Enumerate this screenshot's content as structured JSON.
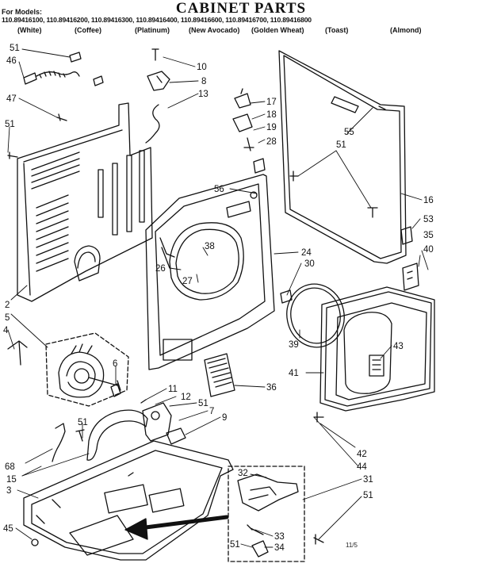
{
  "header": {
    "title": "CABINET PARTS",
    "models_label": "For Models:",
    "models_line": "110.89416100, 110.89416200, 110.89416300, 110.89416400, 110.89416600, 110.89416700, 110.89416800",
    "colors": [
      "(White)",
      "(Coffee)",
      "(Platinum)",
      "(New Avocado)",
      "(Golden Wheat)",
      "(Toast)",
      "(Almond)"
    ]
  },
  "parts": [
    {
      "id": "p51a",
      "label": "51"
    },
    {
      "id": "p46",
      "label": "46"
    },
    {
      "id": "p47",
      "label": "47"
    },
    {
      "id": "p51b",
      "label": "51"
    },
    {
      "id": "p2",
      "label": "2"
    },
    {
      "id": "p5",
      "label": "5"
    },
    {
      "id": "p4",
      "label": "4"
    },
    {
      "id": "p6",
      "label": "6"
    },
    {
      "id": "p10",
      "label": "10"
    },
    {
      "id": "p8",
      "label": "8"
    },
    {
      "id": "p13",
      "label": "13"
    },
    {
      "id": "p17",
      "label": "17"
    },
    {
      "id": "p18",
      "label": "18"
    },
    {
      "id": "p19",
      "label": "19"
    },
    {
      "id": "p28",
      "label": "28"
    },
    {
      "id": "p55",
      "label": "55"
    },
    {
      "id": "p51c",
      "label": "51"
    },
    {
      "id": "p56",
      "label": "56"
    },
    {
      "id": "p16",
      "label": "16"
    },
    {
      "id": "p53",
      "label": "53"
    },
    {
      "id": "p35",
      "label": "35"
    },
    {
      "id": "p40",
      "label": "40"
    },
    {
      "id": "p24",
      "label": "24"
    },
    {
      "id": "p30",
      "label": "30"
    },
    {
      "id": "p38",
      "label": "38"
    },
    {
      "id": "p26",
      "label": "26"
    },
    {
      "id": "p27",
      "label": "27"
    },
    {
      "id": "p39",
      "label": "39"
    },
    {
      "id": "p43",
      "label": "43"
    },
    {
      "id": "p41",
      "label": "41"
    },
    {
      "id": "p36",
      "label": "36"
    },
    {
      "id": "p11",
      "label": "11"
    },
    {
      "id": "p12",
      "label": "12"
    },
    {
      "id": "p51d",
      "label": "51"
    },
    {
      "id": "p7",
      "label": "7"
    },
    {
      "id": "p9",
      "label": "9"
    },
    {
      "id": "p51e",
      "label": "51"
    },
    {
      "id": "p68",
      "label": "68"
    },
    {
      "id": "p15",
      "label": "15"
    },
    {
      "id": "p3",
      "label": "3"
    },
    {
      "id": "p45",
      "label": "45"
    },
    {
      "id": "p32",
      "label": "32"
    },
    {
      "id": "p42",
      "label": "42"
    },
    {
      "id": "p44",
      "label": "44"
    },
    {
      "id": "p31",
      "label": "31"
    },
    {
      "id": "p51f",
      "label": "51"
    },
    {
      "id": "p33",
      "label": "33"
    },
    {
      "id": "p51g",
      "label": "51"
    },
    {
      "id": "p34",
      "label": "34"
    }
  ],
  "corner_note": "11/5"
}
